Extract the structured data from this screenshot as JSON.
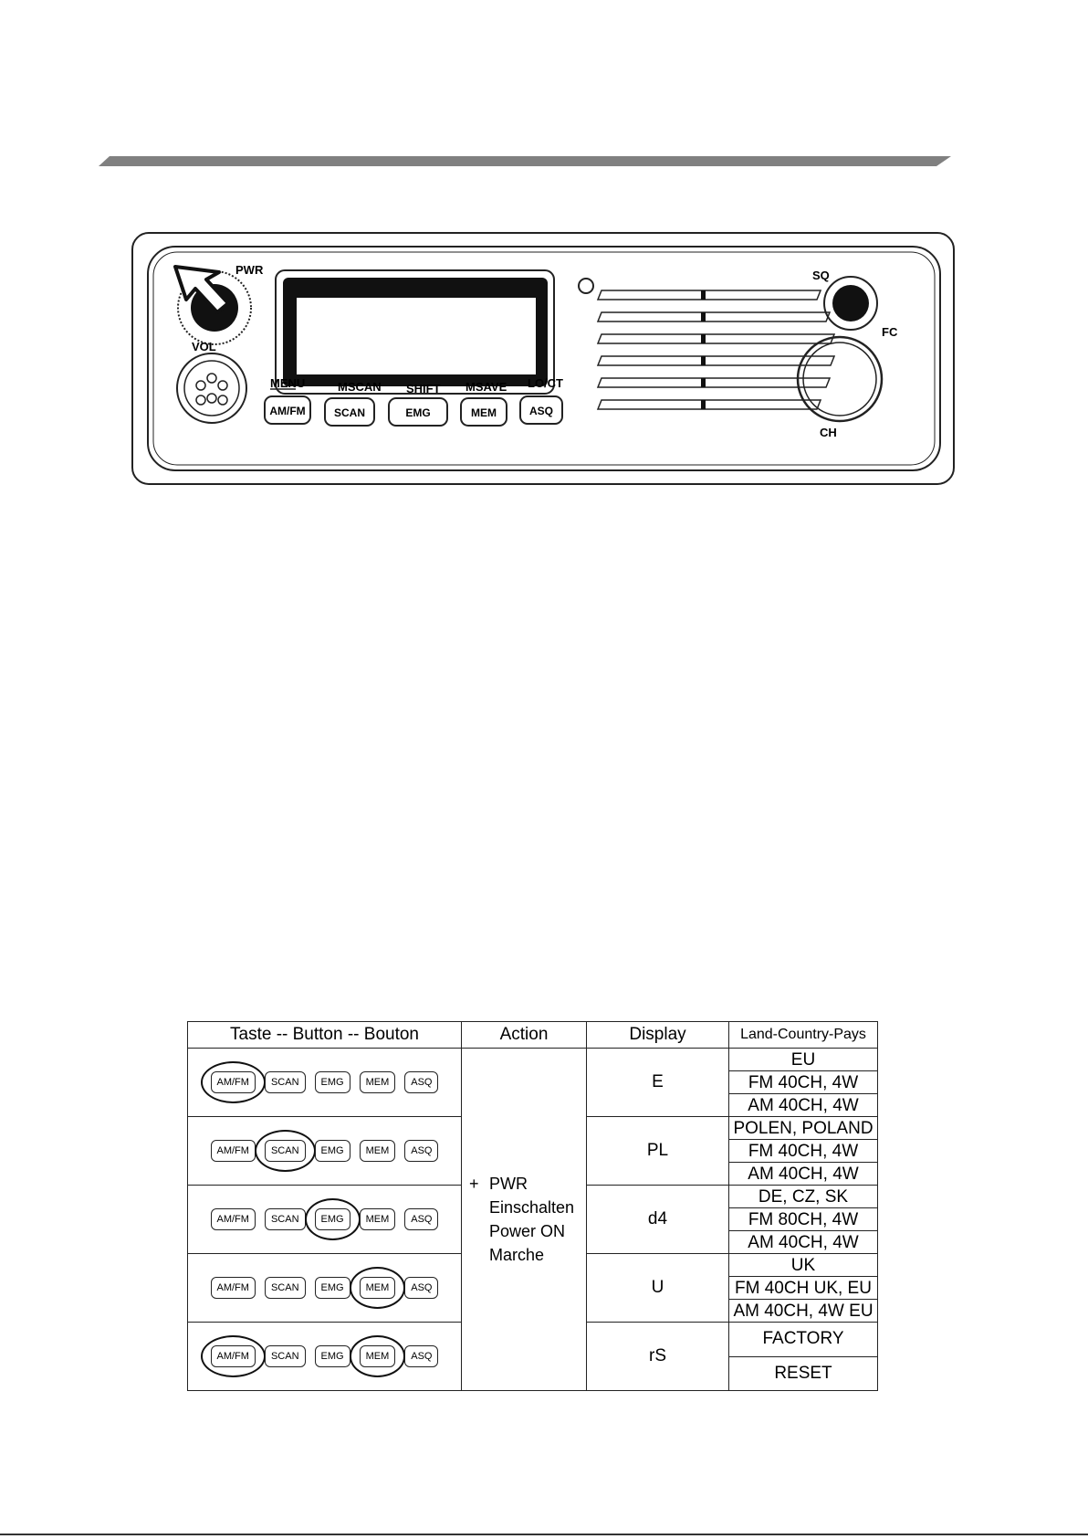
{
  "radio": {
    "knob_labels": {
      "pwr": "PWR",
      "vol": "VOL",
      "sq": "SQ",
      "fc": "FC",
      "ch": "CH"
    },
    "buttons": [
      {
        "top": "MENU",
        "key": "AM/FM"
      },
      {
        "top": "MSCAN",
        "key": "SCAN"
      },
      {
        "top": "SHIFT",
        "key": "EMG"
      },
      {
        "top": "MSAVE",
        "key": "MEM"
      },
      {
        "top": "LO/CT",
        "key": "ASQ"
      }
    ]
  },
  "table": {
    "headers": {
      "buttons": "Taste -- Button -- Bouton",
      "action": "Action",
      "display": "Display",
      "country": "Land-Country-Pays"
    },
    "keys": [
      "AM/FM",
      "SCAN",
      "EMG",
      "MEM",
      "ASQ"
    ],
    "action": {
      "plus": "+",
      "lines": [
        "PWR",
        "Einschalten",
        "Power ON",
        "Marche"
      ]
    },
    "rows": [
      {
        "circled": [
          "AM/FM"
        ],
        "display": "E",
        "country": [
          "EU",
          "FM 40CH, 4W",
          "AM 40CH, 4W"
        ]
      },
      {
        "circled": [
          "SCAN"
        ],
        "display": "PL",
        "country": [
          "POLEN, POLAND",
          "FM 40CH, 4W",
          "AM 40CH, 4W"
        ]
      },
      {
        "circled": [
          "EMG"
        ],
        "display": "d4",
        "country": [
          "DE, CZ, SK",
          "FM 80CH, 4W",
          "AM 40CH, 4W"
        ]
      },
      {
        "circled": [
          "MEM"
        ],
        "display": "U",
        "country": [
          "UK",
          "FM 40CH UK, EU",
          "AM 40CH, 4W EU"
        ]
      },
      {
        "circled": [
          "AM/FM",
          "MEM"
        ],
        "display": "rS",
        "country": [
          "FACTORY",
          "RESET"
        ]
      }
    ]
  }
}
